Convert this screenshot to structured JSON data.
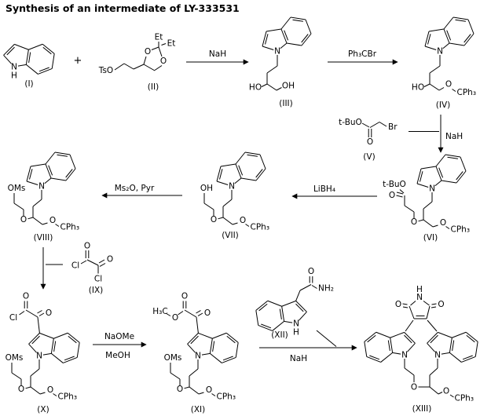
{
  "title": "Synthesis of an intermediate of LY-333531",
  "plus": "+",
  "atoms": {
    "n": "N",
    "h": "H",
    "o": "O",
    "ho": "HO",
    "oh": "OH",
    "oms": "OMs",
    "cph3": "CPh₃",
    "tso": "TsO",
    "et": "Et",
    "tbuo": "t-BuO",
    "br": "Br",
    "cl": "Cl",
    "h3c": "H₃C",
    "nh2": "NH₂"
  },
  "compounds": {
    "c1": {
      "num": "(I)"
    },
    "c2": {
      "num": "(II)"
    },
    "c3": {
      "num": "(III)"
    },
    "c4": {
      "num": "(IV)"
    },
    "c5": {
      "num": "(V)"
    },
    "c6": {
      "num": "(VI)"
    },
    "c7": {
      "num": "(VII)"
    },
    "c8": {
      "num": "(VIII)"
    },
    "c9": {
      "num": "(IX)"
    },
    "c10": {
      "num": "(X)"
    },
    "c11": {
      "num": "(XI)"
    },
    "c12": {
      "num": "(XII)"
    },
    "c13": {
      "num": "(XIII)"
    }
  },
  "reagents": {
    "step1": "NaH",
    "step2": "Ph₃CBr",
    "step3": "NaH",
    "step4": "LiBH₄",
    "step5": "Ms₂O, Pyr",
    "step6_naome": "NaOMe",
    "step6_meoh": "MeOH",
    "step7": "NaH"
  }
}
